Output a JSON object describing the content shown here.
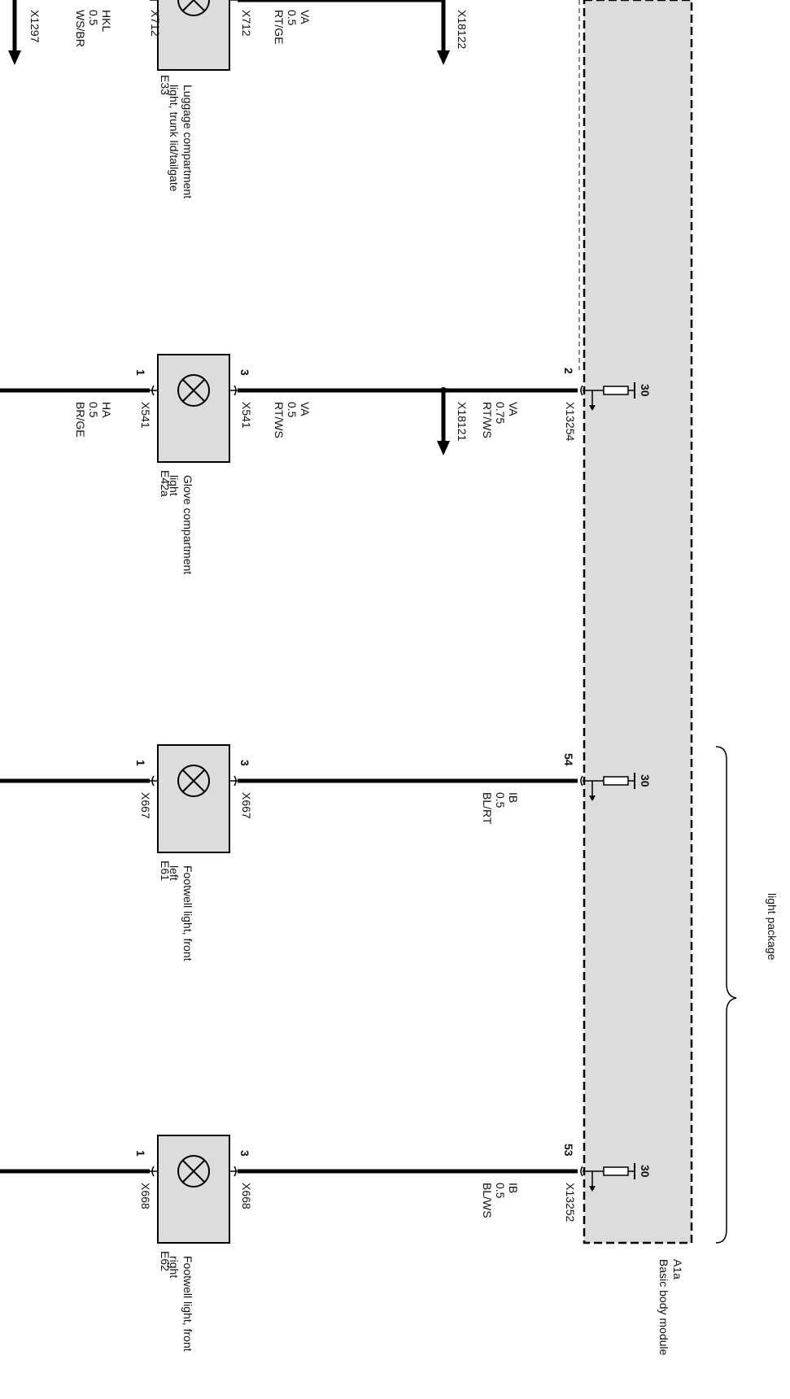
{
  "module": {
    "id": "A1a",
    "name": "Basic body module",
    "fill_color": "#dcdcdc"
  },
  "light_package": {
    "label": "light package"
  },
  "circuits": [
    {
      "component_id": "E33",
      "component_name": [
        "Luggage compartment",
        "light, trunk lid/tailgate"
      ],
      "connector_hi": "X712",
      "connector_lo": "X712",
      "in_wire": [
        "VA",
        "0.5",
        "RT/GE"
      ],
      "branch_connector": "X18122",
      "out_wire": [
        "HKL",
        "0.5",
        "WS/BR"
      ],
      "ground_connector": "X1297"
    },
    {
      "component_id": "E42a",
      "component_name": [
        "Glove compartment",
        "light"
      ],
      "pin_hi": "3",
      "pin_lo": "1",
      "connector_hi": "X541",
      "connector_lo": "X541",
      "in_wire": [
        "VA",
        "0.5",
        "RT/WS"
      ],
      "branch_connector": "X18121",
      "module_wire": [
        "VA",
        "0.75",
        "RT/WS"
      ],
      "module_pin": "2",
      "module_connector": "X13254",
      "fuse_label": "30",
      "out_wire": [
        "HA",
        "0.5",
        "BR/GE"
      ]
    },
    {
      "component_id": "E61",
      "component_name": [
        "Footwell light, front",
        "left"
      ],
      "pin_hi": "3",
      "pin_lo": "1",
      "connector_hi": "X667",
      "connector_lo": "X667",
      "module_wire": [
        "IB",
        "0.5",
        "BL/RT"
      ],
      "module_pin": "54",
      "fuse_label": "30"
    },
    {
      "component_id": "E62",
      "component_name": [
        "Footwell light, front",
        "right"
      ],
      "pin_hi": "3",
      "pin_lo": "1",
      "connector_hi": "X668",
      "connector_lo": "X668",
      "module_wire": [
        "IB",
        "0.5",
        "BL/WS"
      ],
      "module_pin": "53",
      "module_connector": "X13252",
      "fuse_label": "30"
    }
  ]
}
